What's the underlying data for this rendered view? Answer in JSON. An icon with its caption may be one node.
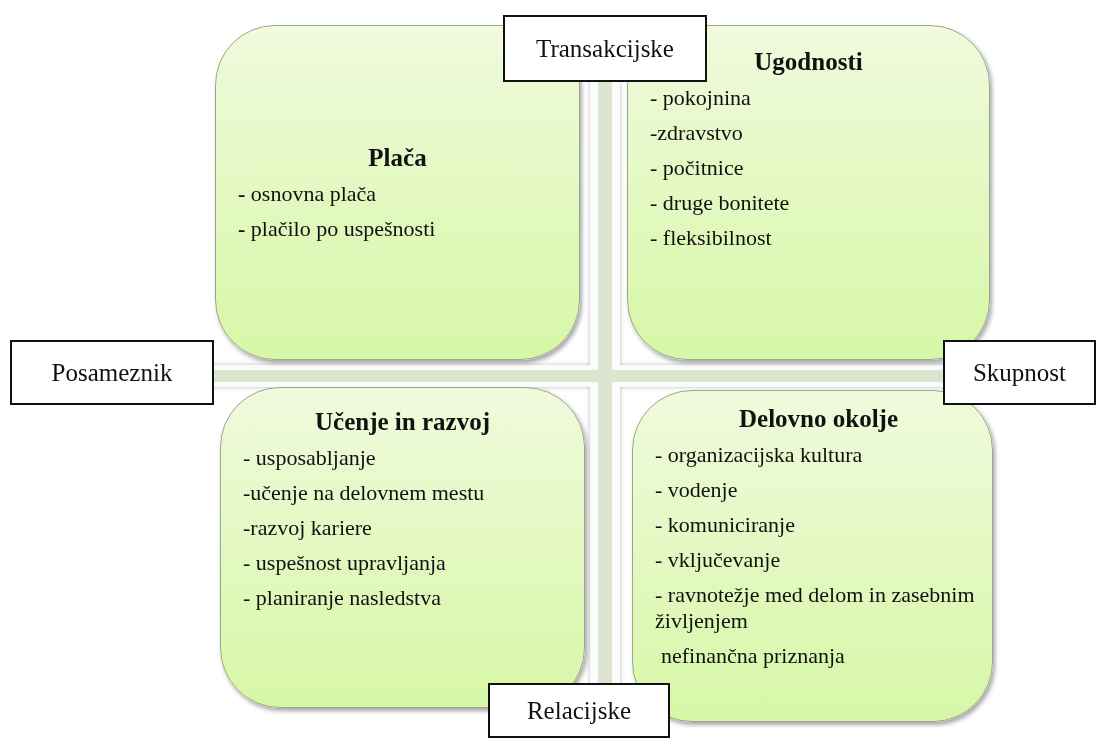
{
  "diagram": {
    "nodes": [
      {
        "text": [
          "Plača",
          "**-** osnovna plača",
          "**-** plačilo po uspešnosti"
        ]
      },
      {
        "text": [
          "Ugodnosti",
          "- pokojnina",
          "-zdravstvo",
          "- počitnice",
          "- druge bonitete",
          "- fleksibilnost"
        ]
      },
      {
        "text": [
          "Učenje in razvoj",
          "- usposabljanje",
          "-učenje na delovnem mestu",
          "-razvoj kariere",
          "- uspešnost upravljanja",
          "- planiranje nasledstva"
        ]
      },
      {
        "text": [
          "Delovno okolje",
          "- organizacijska kultura",
          "- vodenje",
          "- komuniciranje",
          "- vključevanje",
          "-  ravnotežje med delom in zasebnim življenjem",
          "nefinančna priznanja"
        ]
      },
      {
        "text": [
          "Transakcijske"
        ]
      },
      {
        "text": [
          "Posameznik"
        ]
      },
      {
        "text": [
          "Skupnost"
        ]
      },
      {
        "text": [
          "Relacijske"
        ]
      }
    ]
  }
}
